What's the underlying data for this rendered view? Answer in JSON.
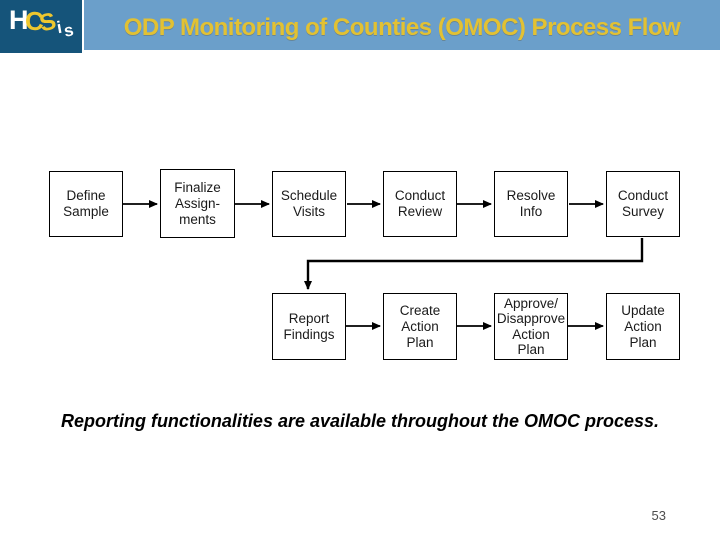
{
  "header": {
    "title": "ODP Monitoring of Counties (OMOC) Process Flow",
    "logo": {
      "name": "HCSis",
      "letters": [
        "H",
        "C",
        "S",
        "i",
        "s"
      ]
    },
    "colors": {
      "logo_bg": "#15547A",
      "bar_bg": "#6B9FCA",
      "title_text": "#E2C133",
      "logo_yellow": "#EFC72E",
      "logo_white": "#FFFFFF"
    }
  },
  "flowchart": {
    "row1": [
      {
        "label": "Define\nSample"
      },
      {
        "label": "Finalize\nAssign-\nments"
      },
      {
        "label": "Schedule\nVisits"
      },
      {
        "label": "Conduct\nReview"
      },
      {
        "label": "Resolve\nInfo"
      },
      {
        "label": "Conduct\nSurvey"
      }
    ],
    "row2": [
      {
        "label": "Report\nFindings"
      },
      {
        "label": "Create\nAction\nPlan"
      },
      {
        "label": "Approve/\nDisapprove\nAction\nPlan"
      },
      {
        "label": "Update\nAction\nPlan"
      }
    ]
  },
  "footer": {
    "caption": "Reporting functionalities are available throughout the OMOC process.",
    "page_number": "53"
  }
}
